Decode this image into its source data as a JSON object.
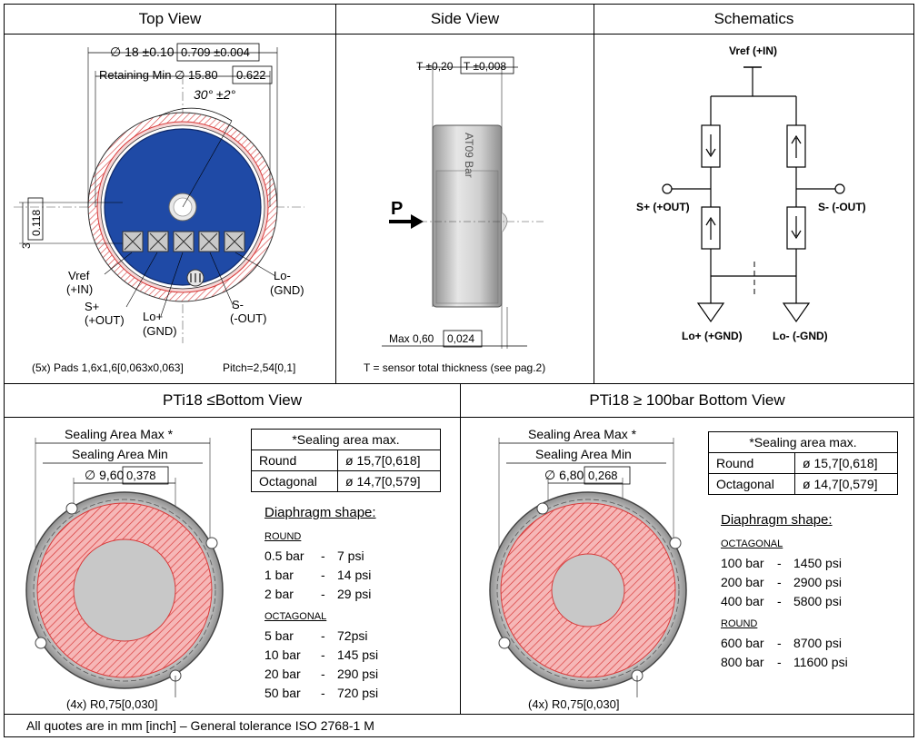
{
  "headers": {
    "top_view": "Top View",
    "side_view": "Side View",
    "schematics": "Schematics",
    "bottom_left": "PTi18 ≤Bottom View",
    "bottom_right": "PTi18 ≥ 100bar Bottom View"
  },
  "top_view": {
    "dim_diameter": "∅ 18 ±0.10",
    "dim_diameter_inch": "0.709 ±0.004",
    "dim_retaining": "Retaining Min ∅ 15.80",
    "dim_retaining_inch": "0.622",
    "dim_angle": "30° ±2°",
    "dim_height": "3",
    "dim_height_inch": "0.118",
    "pin_vref_1": "Vref",
    "pin_vref_2": "(+IN)",
    "pin_splus_1": "S+",
    "pin_splus_2": "(+OUT)",
    "pin_loplus_1": "Lo+",
    "pin_loplus_2": "(GND)",
    "pin_sminus_1": "S-",
    "pin_sminus_2": "(-OUT)",
    "pin_lominus_1": "Lo-",
    "pin_lominus_2": "(GND)",
    "pads_note": "(5x) Pads 1,6x1,6[0,063x0,063]",
    "pitch_note": "Pitch=2,54[0,1]"
  },
  "side_view": {
    "dim_t": "T ±0,20",
    "dim_t_inch": "T ±0,008",
    "pressure_label": "P",
    "engraving": "AT09\nBar",
    "dim_max": "Max 0,60",
    "dim_max_inch": "0,024",
    "note": "T = sensor total thickness (see pag.2)"
  },
  "schematics": {
    "vref": "Vref (+IN)",
    "splus": "S+ (+OUT)",
    "sminus": "S- (-OUT)",
    "loplus": "Lo+ (+GND)",
    "lominus": "Lo- (-GND)"
  },
  "bottom_left": {
    "sealing_max": "Sealing Area Max *",
    "sealing_min": "Sealing Area Min",
    "dim_diameter": "∅ 9,60",
    "dim_diameter_inch": "0,378",
    "radius_note": "(4x) R0,75[0,030]",
    "table_title": "*Sealing area max.",
    "table_rows": [
      {
        "shape": "Round",
        "value": "ø 15,7[0,618]"
      },
      {
        "shape": "Octagonal",
        "value": "ø 14,7[0,579]"
      }
    ],
    "diaphragm_title": "Diaphragm shape:",
    "groups": [
      {
        "name": "ROUND",
        "rows": [
          {
            "bar": "0.5 bar",
            "psi": "7 psi"
          },
          {
            "bar": "1 bar",
            "psi": "14 psi"
          },
          {
            "bar": "2 bar",
            "psi": "29 psi"
          }
        ]
      },
      {
        "name": "OCTAGONAL",
        "rows": [
          {
            "bar": "5 bar",
            "psi": "72psi"
          },
          {
            "bar": "10 bar",
            "psi": "145 psi"
          },
          {
            "bar": "20 bar",
            "psi": "290 psi"
          },
          {
            "bar": "50 bar",
            "psi": "720 psi"
          }
        ]
      }
    ]
  },
  "bottom_right": {
    "sealing_max": "Sealing Area Max *",
    "sealing_min": "Sealing Area Min",
    "dim_diameter": "∅ 6,80",
    "dim_diameter_inch": "0,268",
    "radius_note": "(4x) R0,75[0,030]",
    "table_title": "*Sealing area max.",
    "table_rows": [
      {
        "shape": "Round",
        "value": "ø 15,7[0,618]"
      },
      {
        "shape": "Octagonal",
        "value": "ø 14,7[0,579]"
      }
    ],
    "diaphragm_title": "Diaphragm shape:",
    "groups": [
      {
        "name": "OCTAGONAL",
        "rows": [
          {
            "bar": "100 bar",
            "psi": "1450 psi"
          },
          {
            "bar": "200 bar",
            "psi": "2900 psi"
          },
          {
            "bar": "400 bar",
            "psi": "5800 psi"
          }
        ]
      },
      {
        "name": "ROUND",
        "rows": [
          {
            "bar": "600 bar",
            "psi": "8700 psi"
          },
          {
            "bar": "800 bar",
            "psi": "11600 psi"
          }
        ]
      }
    ]
  },
  "footer": "All quotes are in mm [inch] – General tolerance ISO 2768-1 M",
  "colors": {
    "board_blue": "#1f4aa6",
    "hatch_red": "#d83a3a",
    "fill_pink": "#f3a3a3",
    "center_gray": "#c8c8c8"
  }
}
